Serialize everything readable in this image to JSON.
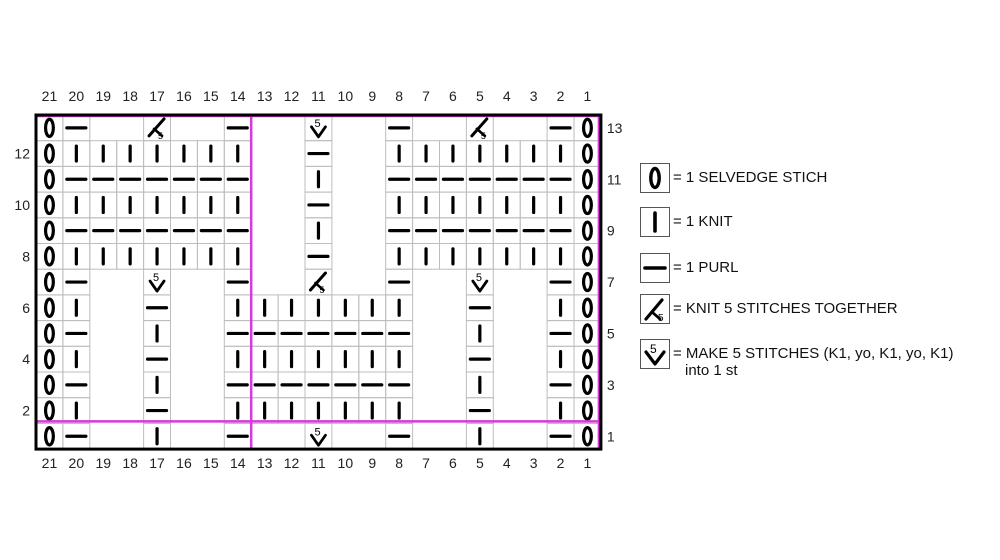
{
  "chart": {
    "columns": 21,
    "rows": 13,
    "column_numbers": [
      "21",
      "20",
      "19",
      "18",
      "17",
      "16",
      "15",
      "14",
      "13",
      "12",
      "11",
      "10",
      "9",
      "8",
      "7",
      "6",
      "5",
      "4",
      "3",
      "2",
      "1"
    ],
    "row_numbers_right": [
      "13",
      "11",
      "9",
      "7",
      "5",
      "3",
      "1"
    ],
    "row_numbers_left": [
      "12",
      "10",
      "8",
      "6",
      "4",
      "2"
    ],
    "grid": [
      "S P . . A . . P . . B . . P . . A . . P S",
      "S K K K K K K K . . P . . K K K K K K K S",
      "S P P P P P P P . . K . . P P P P P P P S",
      "S K K K K K K K . . P . . K K K K K K K S",
      "S P P P P P P P . . K . . P P P P P P P S",
      "S K K K K K K K . . P . . K K K K K K K S",
      "S P . . B . . P . . A . . P . . B . . P S",
      "S K . . P . . K K K K K K K . . P . . K S",
      "S P . . K . . P P P P P P P . . K . . P S",
      "S K . . P . . K K K K K K K . . P . . K S",
      "S P . . K . . P P P P P P P . . K . . P S",
      "S K . . P . . K K K K K K K . . P . . K S",
      "S P . . K . . P . . B . . P . . K . . P S"
    ],
    "symbol_key": {
      "S": "selvedge-stitch",
      "K": "knit",
      "P": "purl",
      "A": "knit-5-together",
      "B": "make-5-stitches",
      ".": "no-symbol"
    },
    "symbol_text": "5",
    "repeat_box_color": "#d63ad8"
  },
  "legend": [
    {
      "symbol": "selvedge-stitch",
      "text": "= 1 SELVEDGE STICH"
    },
    {
      "symbol": "knit",
      "text": "= 1 KNIT"
    },
    {
      "symbol": "purl",
      "text": "= 1 PURL"
    },
    {
      "symbol": "knit-5-together",
      "text": "= KNIT 5 STITCHES TOGETHER",
      "icon_text": "5"
    },
    {
      "symbol": "make-5-stitches",
      "text": "= MAKE 5 STITCHES (K1, yo, K1, yo, K1)",
      "text2": "into 1 st",
      "icon_text": "5"
    }
  ]
}
